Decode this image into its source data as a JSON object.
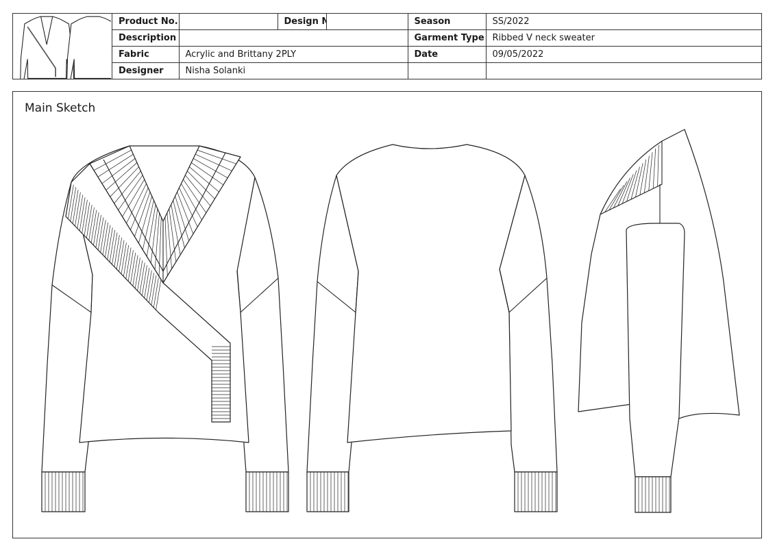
{
  "spec_sheet": {
    "product_no": {
      "label": "Product No.",
      "value": ""
    },
    "design_no": {
      "label": "Design No.",
      "value": ""
    },
    "season": {
      "label": "Season",
      "value": "SS/2022"
    },
    "description": {
      "label": "Description",
      "value": ""
    },
    "garment_type": {
      "label": "Garment Type",
      "value": "Ribbed V neck sweater"
    },
    "fabric": {
      "label": "Fabric",
      "value": "Acrylic and Brittany 2PLY"
    },
    "date": {
      "label": "Date",
      "value": "09/05/2022"
    },
    "designer": {
      "label": "Designer",
      "value": "Nisha Solanki"
    }
  },
  "main_sketch": {
    "title": "Main Sketch",
    "views": [
      "front-view",
      "back-view",
      "side-view"
    ]
  },
  "colors": {
    "line": "#222222",
    "background": "#ffffff"
  }
}
